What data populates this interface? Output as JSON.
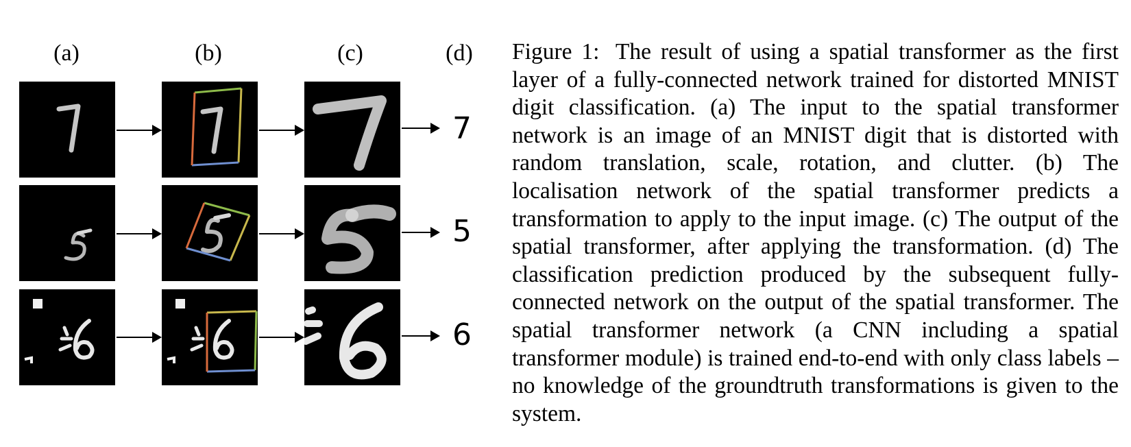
{
  "figure": {
    "column_labels": [
      "(a)",
      "(b)",
      "(c)",
      "(d)"
    ],
    "predictions": [
      "7",
      "5",
      "6"
    ]
  },
  "caption": {
    "figure_number": "Figure 1:",
    "text": "The result of using a spatial transformer as the first layer of a fully-connected network trained for distorted MNIST digit classification. (a) The input to the spatial transformer network is an image of an MNIST digit that is distorted with random translation, scale, rotation, and clutter. (b) The localisation network of the spatial transformer predicts a transformation to apply to the input image. (c) The output of the spatial transformer, after applying the transformation. (d) The classification prediction produced by the subsequent fully-connected network on the output of the spatial transformer. The spatial transformer network (a CNN including a spatial transformer module) is trained end-to-end with only class labels – no knowledge of the groundtruth transformations is given to the system."
  }
}
